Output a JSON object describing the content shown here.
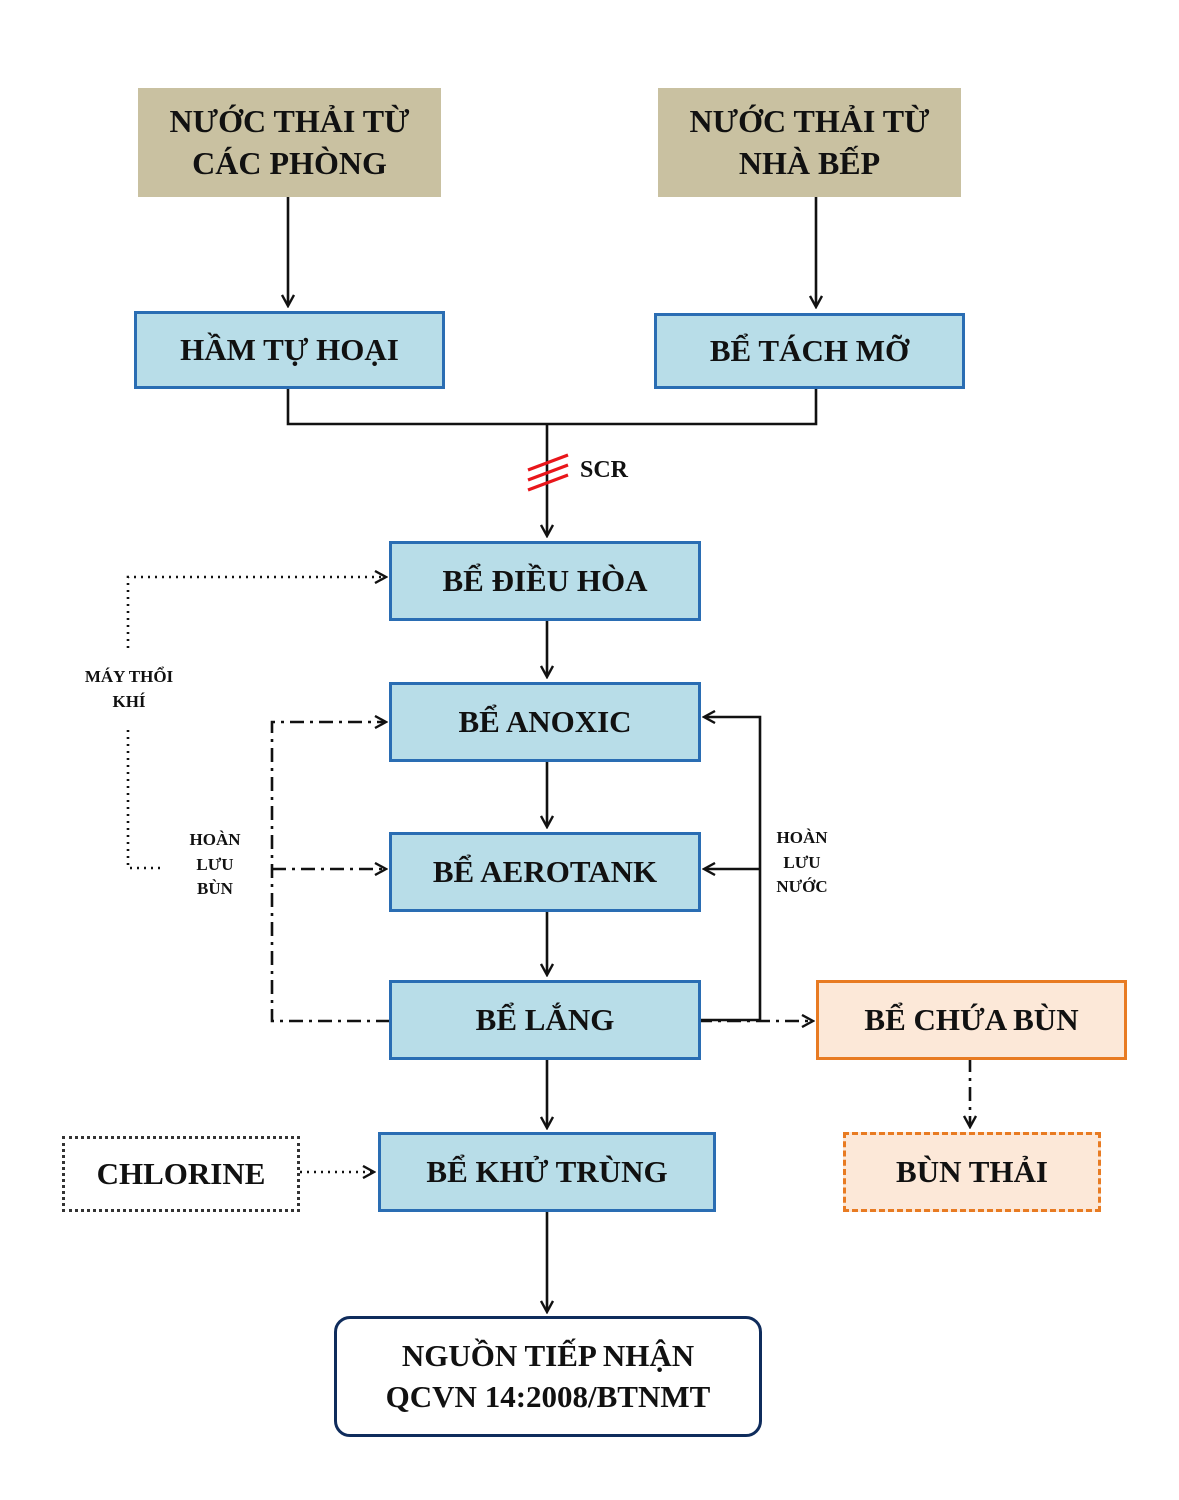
{
  "nodes": {
    "source_rooms": [
      "NƯỚC THẢI TỪ",
      "CÁC PHÒNG"
    ],
    "source_kitchen": [
      "NƯỚC THẢI TỪ",
      "NHÀ BẾP"
    ],
    "septic_tank": "HẦM TỰ HOẠI",
    "grease_trap": "BỂ TÁCH MỠ",
    "equalization_tank": "BỂ ĐIỀU HÒA",
    "anoxic_tank": "BỂ ANOXIC",
    "aerotank": "BỂ AEROTANK",
    "settling_tank": "BỂ LẮNG",
    "sludge_tank": "BỂ CHỨA BÙN",
    "waste_sludge": "BÙN THẢI",
    "chlorine": "CHLORINE",
    "disinfection_tank": "BỂ KHỬ TRÙNG",
    "receiving_source": [
      "NGUỒN TIẾP NHẬN",
      "QCVN 14:2008/BTNMT"
    ]
  },
  "labels": {
    "screen": "SCR",
    "air_blower": [
      "MÁY THỔI",
      "KHÍ"
    ],
    "sludge_return": [
      "HOÀN",
      "LƯU",
      "BÙN"
    ],
    "water_return": [
      "HOÀN",
      "LƯU",
      "NƯỚC"
    ]
  },
  "colors": {
    "source_fill": "#c9c1a1",
    "tank_fill": "#b8dde8",
    "tank_border": "#2a6db3",
    "sludge_fill": "#fce8d8",
    "sludge_border": "#e87b22",
    "final_border": "#0f2c5c",
    "screen_mark": "#e8161b"
  }
}
